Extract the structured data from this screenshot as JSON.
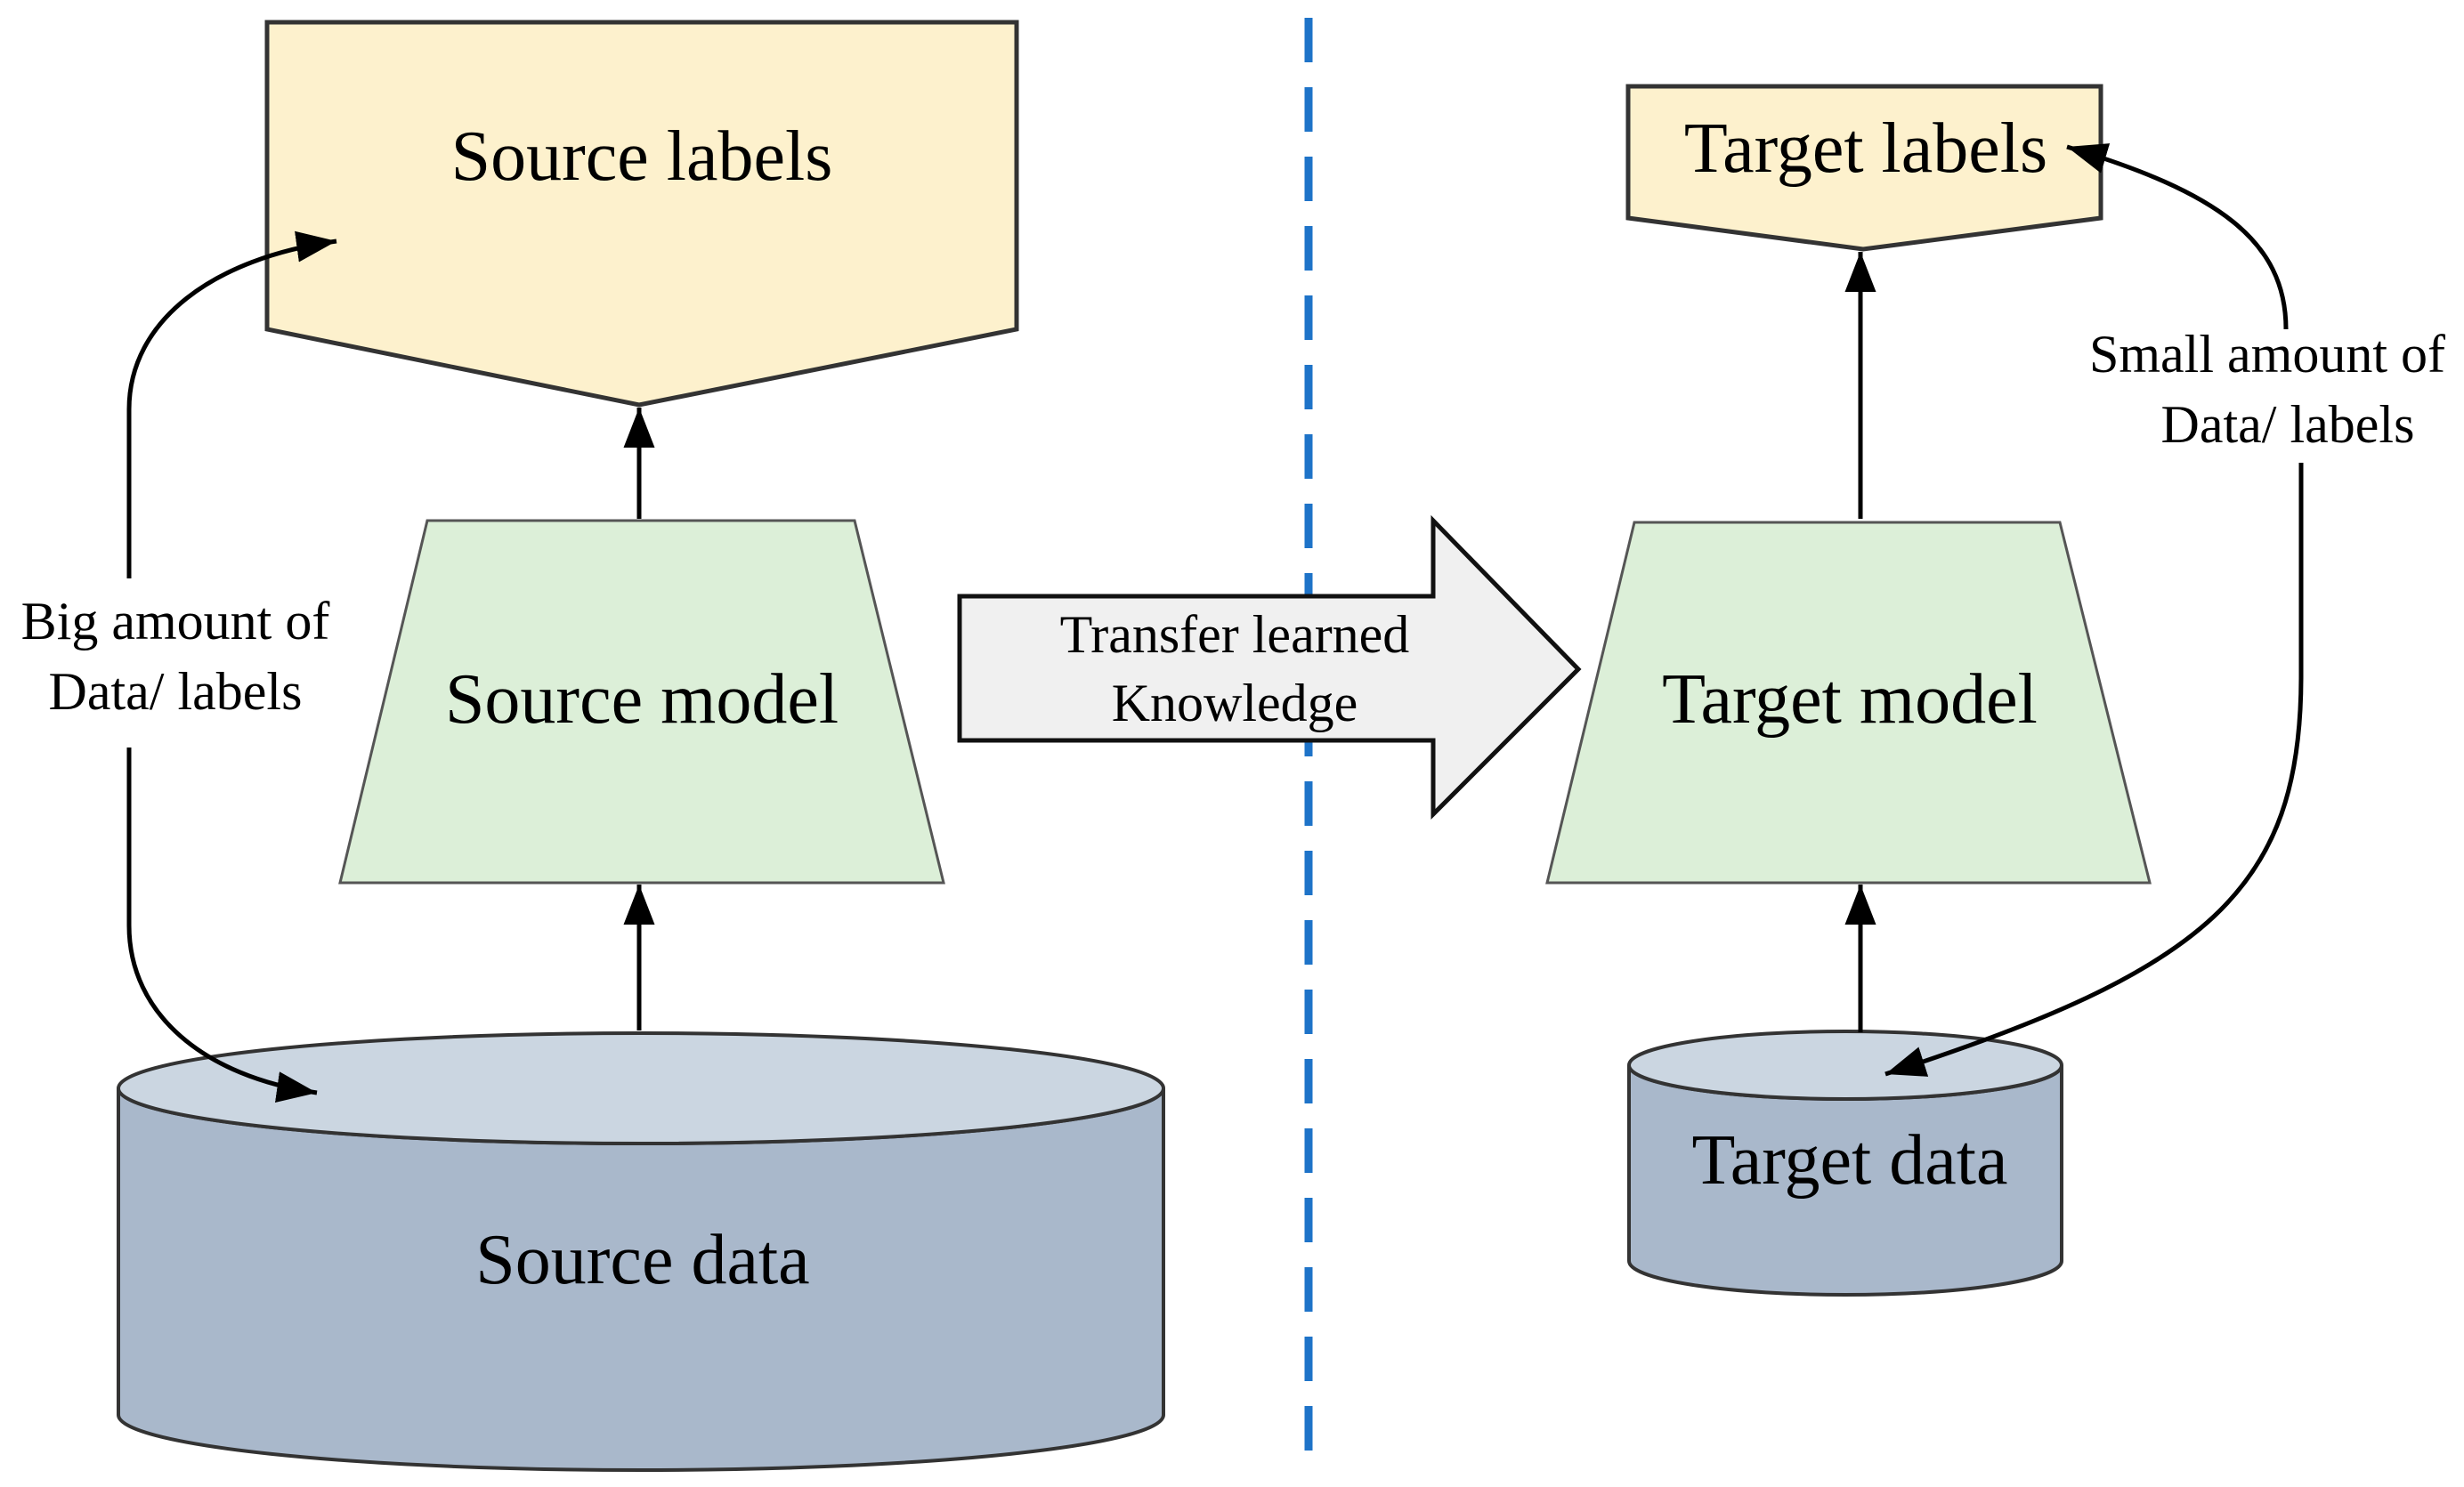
{
  "colors": {
    "label_box": "#FDF1CD",
    "model_box": "#DCEFD8",
    "cylinder_side": "#A9B8CB",
    "cylinder_top": "#CBD6E1",
    "transfer_arrow": "#F0F0F0",
    "divider": "#1E73C8"
  },
  "source": {
    "labels": "Source labels",
    "model": "Source model",
    "data": "Source data",
    "annotation_line1": "Big amount of",
    "annotation_line2": "Data/ labels"
  },
  "transfer": {
    "line1": "Transfer learned",
    "line2": "Knowledge"
  },
  "target": {
    "labels": "Target labels",
    "model": "Target model",
    "data": "Target data",
    "annotation_line1": "Small amount of",
    "annotation_line2": "Data/ labels"
  }
}
